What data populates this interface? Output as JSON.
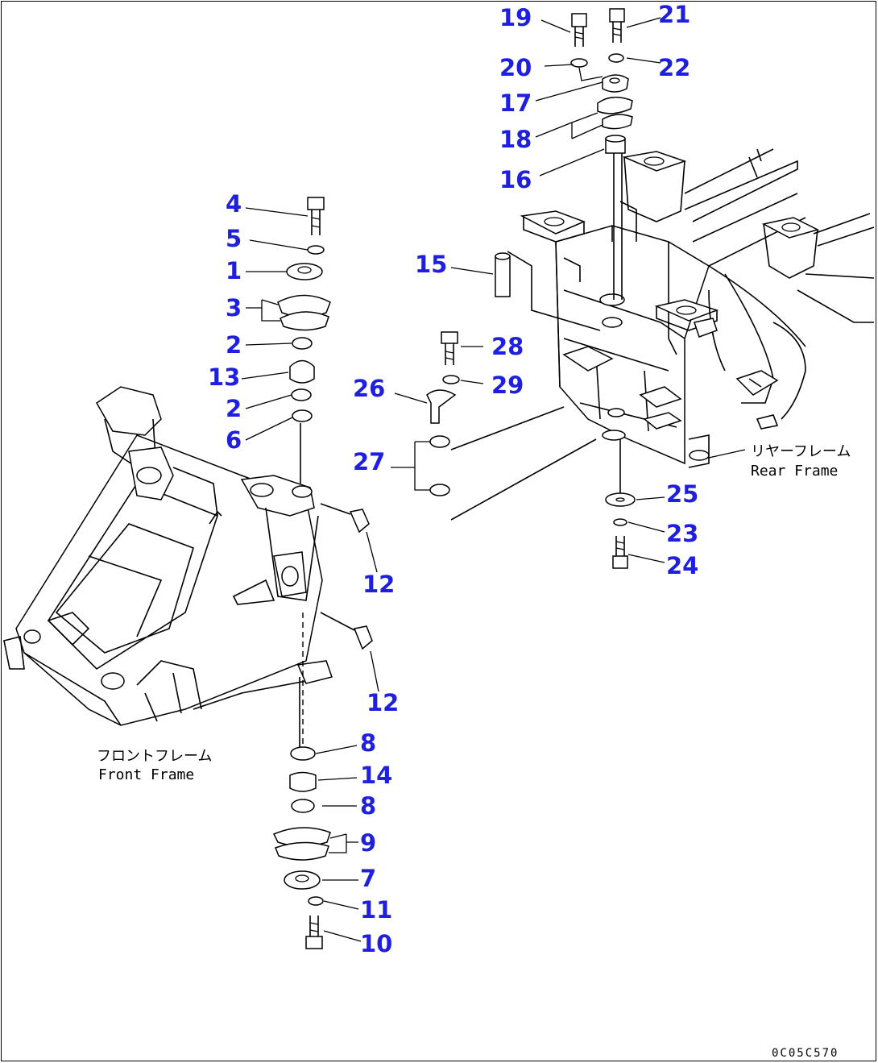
{
  "labels": {
    "n19": "19",
    "n21": "21",
    "n20": "20",
    "n22": "22",
    "n17": "17",
    "n18": "18",
    "n16": "16",
    "n15": "15",
    "n28": "28",
    "n29": "29",
    "n26": "26",
    "n27": "27",
    "n25": "25",
    "n23": "23",
    "n24": "24",
    "n4": "4",
    "n5": "5",
    "n1": "1",
    "n3": "3",
    "n2a": "2",
    "n13": "13",
    "n2b": "2",
    "n6": "6",
    "n12a": "12",
    "n12b": "12",
    "n8a": "8",
    "n14": "14",
    "n8b": "8",
    "n9": "9",
    "n7": "7",
    "n11": "11",
    "n10": "10"
  },
  "captions": {
    "front_jp": "フロントフレーム",
    "front_en": "Front Frame",
    "rear_jp": "リヤーフレーム",
    "rear_en": "Rear Frame"
  },
  "drawing_code": "0C05C570"
}
